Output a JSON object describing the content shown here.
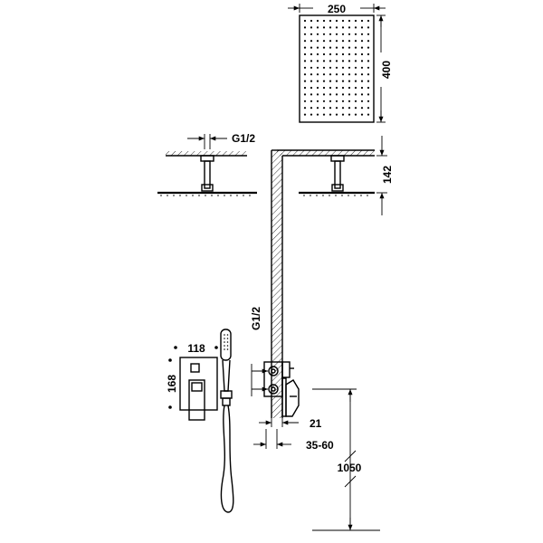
{
  "dimensions": {
    "head_width": "250",
    "head_length": "400",
    "thread_top": "G1/2",
    "arm_height": "142",
    "thread_side": "G1/2",
    "plate_width": "118",
    "plate_height": "168",
    "valve_depth": "21",
    "wall_range": "35-60",
    "install_height": "1050"
  },
  "colors": {
    "line": "#000000",
    "background": "#ffffff"
  }
}
